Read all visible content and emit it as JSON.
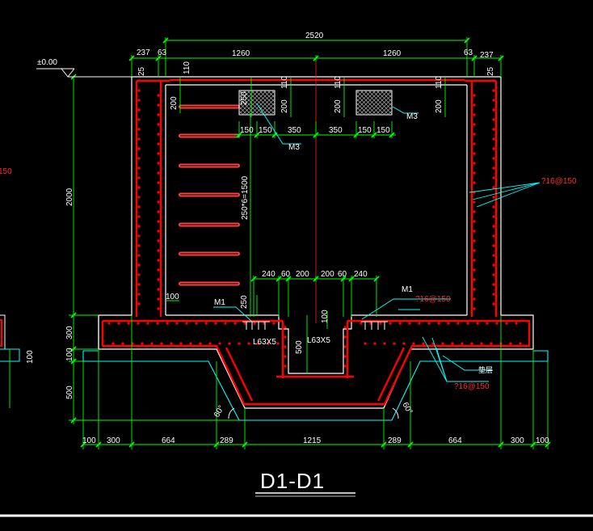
{
  "title": "D1-D1",
  "colors": {
    "background": "#000000",
    "dimension": "#00ff00",
    "text": "#ffffff",
    "rebar": "#ff0000",
    "concrete": "#ffffff",
    "cushion": "#00ffff",
    "leader": "#00ffff",
    "centerline": "#ff0000"
  },
  "level_mark": "±0.00",
  "top_dims": {
    "overall": "2520",
    "left_wall": "237",
    "left_gap": "63",
    "left_half": "1260",
    "right_half": "1260",
    "right_gap": "63",
    "right_wall": "237",
    "slab_thk": "110",
    "cover_left": "25",
    "cover_right": "25"
  },
  "left_dims": {
    "height": "2000",
    "base": "300",
    "pad": "100",
    "pit": "500"
  },
  "inner_dims": {
    "m3_offset_left": "200",
    "m3_depth": "250",
    "d200_a": "200",
    "d110_a": "110",
    "d200_b": "200",
    "d110_b": "110",
    "d200_c": "200",
    "d110_c": "110",
    "d200_side": "200",
    "m3_row": [
      "150",
      "150",
      "350",
      "350",
      "150",
      "150"
    ],
    "ladder": "250*6=1500",
    "pit_row": [
      "240",
      "60",
      "200",
      "200",
      "60",
      "240"
    ],
    "d100_left": "100",
    "d250": "250",
    "d100_center": "100",
    "d500": "500",
    "d100_left_sheet": "100"
  },
  "bottom_dims": [
    "100",
    "300",
    "664",
    "289",
    "1215",
    "289",
    "664",
    "300",
    "100"
  ],
  "labels": {
    "m3_a": "M3",
    "m3_b": "M3",
    "m1_left": "M1",
    "m1_right": "M1",
    "l63_left": "L63X5",
    "l63_right": "L63X5",
    "angle_left": "60°",
    "angle_right": "60°",
    "cushion": "垫层"
  },
  "rebar_labels": {
    "wall_right": "?16@150",
    "slab_top": "?16@150",
    "pit_bottom": "?16@150",
    "left_edge": "150"
  }
}
